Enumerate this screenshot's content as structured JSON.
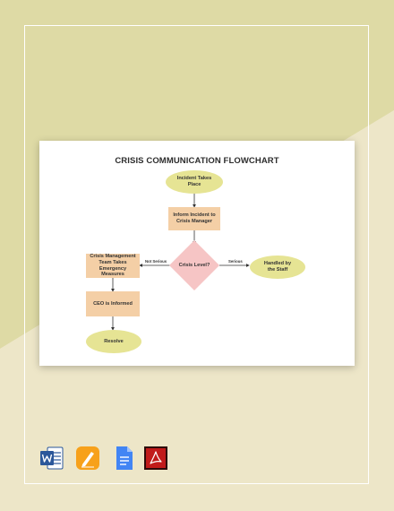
{
  "template": {
    "title": "CRISIS COMMUNICATION FLOWCHART"
  },
  "nodes": {
    "incident": "Incident Takes Place",
    "inform": "Inform Incident to Crisis Manager",
    "level": "Crisis Level?",
    "handled": "Handled by the Staff",
    "team": "Crisis Management Team Takes Emergency Measures",
    "ceo": "CEO is Informed",
    "resolve": "Resolve"
  },
  "edges": {
    "not_serious": "Not Serious",
    "serious": "Serious"
  },
  "colors": {
    "ellipse": "#e6e494",
    "rect": "#f4cfa6",
    "diamond": "#f6c5c5",
    "bg_top": "#dedaa5",
    "bg_bottom": "#ede6c8"
  },
  "formats": [
    {
      "name": "word-icon",
      "color": "#2b579a"
    },
    {
      "name": "pages-icon",
      "color": "#f7a11b"
    },
    {
      "name": "google-docs-icon",
      "color": "#4285f4"
    },
    {
      "name": "pdf-icon",
      "color": "#c11b1b"
    }
  ]
}
